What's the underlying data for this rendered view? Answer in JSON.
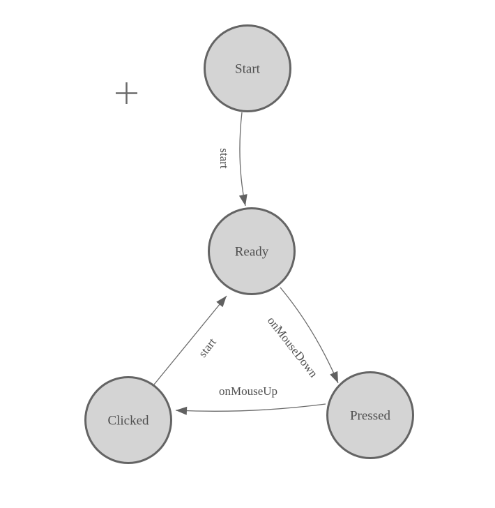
{
  "diagram": {
    "kind": "state-machine",
    "colors": {
      "background": "#ffffff",
      "node_fill": "#d4d4d4",
      "node_stroke": "#646464",
      "edge_stroke": "#6a6a6a",
      "arrowhead_fill": "#616161",
      "label_text": "#4f4f4f"
    },
    "nodes": [
      {
        "id": "start",
        "label": "Start"
      },
      {
        "id": "ready",
        "label": "Ready"
      },
      {
        "id": "clicked",
        "label": "Clicked"
      },
      {
        "id": "pressed",
        "label": "Pressed"
      }
    ],
    "edges": [
      {
        "from": "start",
        "to": "ready",
        "label": "start"
      },
      {
        "from": "ready",
        "to": "pressed",
        "label": "onMouseDown"
      },
      {
        "from": "pressed",
        "to": "clicked",
        "label": "onMouseUp"
      },
      {
        "from": "clicked",
        "to": "ready",
        "label": "start"
      }
    ],
    "cursor": {
      "icon": "plus-crosshair"
    }
  }
}
